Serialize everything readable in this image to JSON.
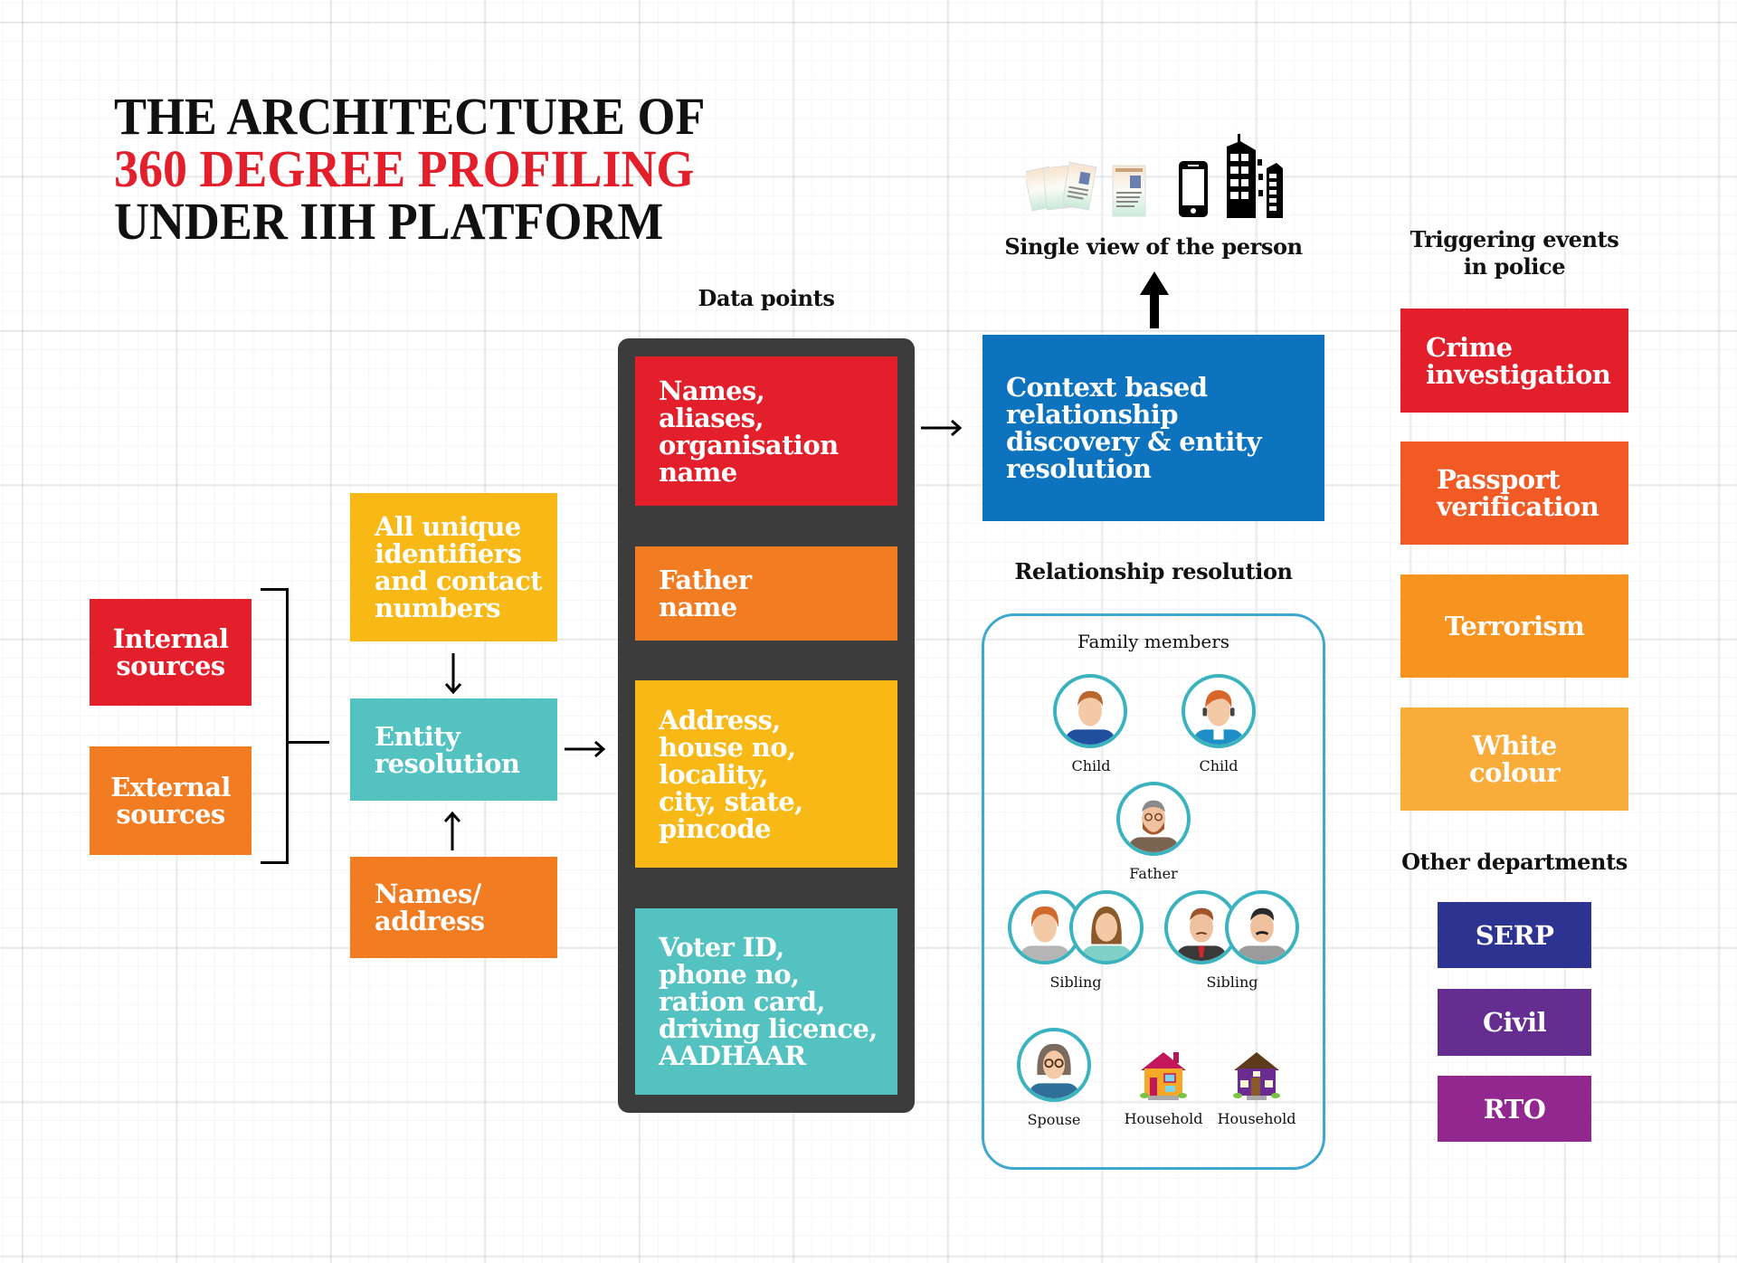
{
  "title": {
    "line1": "THE ARCHITECTURE OF",
    "line2": "360 DEGREE PROFILING",
    "line3": "UNDER IIH PLATFORM"
  },
  "colors": {
    "red": "#e21f2b",
    "orange": "#f27c21",
    "yellow": "#f8b917",
    "teal": "#55c2c2",
    "blue": "#0d73bf",
    "panel": "#3c3c3c",
    "passport": "#f15a24",
    "terrorism": "#f7931e",
    "white_colour": "#f9ac3a",
    "serp": "#2c3391",
    "civil": "#662d91",
    "rto": "#92278f",
    "family_border": "#3ea8cf"
  },
  "sources": {
    "internal": "Internal\nsources",
    "external": "External\nsources"
  },
  "entity": {
    "identifiers": "All unique\nidentifiers\nand contact\nnumbers",
    "resolution": "Entity\nresolution",
    "names_address": "Names/\naddress"
  },
  "data_points": {
    "heading": "Data points",
    "items": [
      "Names,\naliases,\norganisation\nname",
      "Father\nname",
      "Address,\nhouse no,\nlocality,\ncity, state,\npincode",
      "Voter ID,\nphone no,\nration card,\ndriving licence,\nAADHAAR"
    ]
  },
  "context": {
    "box": "Context based\nrelationship\ndiscovery & entity\nresolution",
    "single_view": "Single view of the person",
    "icons": [
      "voter-id-cards-icon",
      "id-card-icon",
      "smartphone-icon",
      "buildings-icon"
    ]
  },
  "relationship": {
    "heading": "Relationship resolution",
    "family_heading": "Family members",
    "members": {
      "child1": "Child",
      "child2": "Child",
      "father": "Father",
      "sibling1": "Sibling",
      "sibling2": "Sibling",
      "spouse": "Spouse",
      "household1": "Household",
      "household2": "Household"
    }
  },
  "triggering": {
    "heading": "Triggering events\nin police",
    "items": [
      "Crime\ninvestigation",
      "Passport\nverification",
      "Terrorism",
      "White\ncolour"
    ]
  },
  "departments": {
    "heading": "Other departments",
    "items": [
      "SERP",
      "Civil",
      "RTO"
    ]
  }
}
